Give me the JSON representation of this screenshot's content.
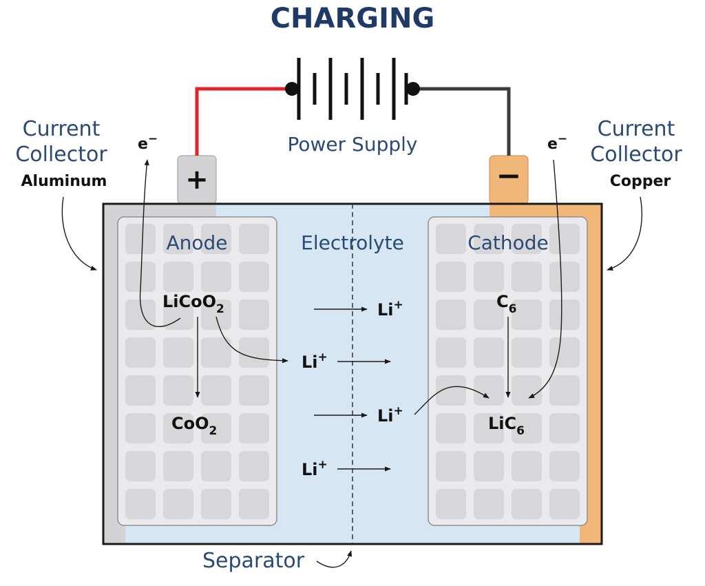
{
  "title": "CHARGING",
  "power_supply": {
    "label": "Power Supply"
  },
  "terminals": {
    "positive": "+",
    "negative": "−"
  },
  "left_collector": {
    "line1": "Current",
    "line2": "Collector",
    "material": "Aluminum"
  },
  "right_collector": {
    "line1": "Current",
    "line2": "Collector",
    "material": "Copper"
  },
  "electron": {
    "base": "e",
    "charge": "−"
  },
  "regions": {
    "anode": "Anode",
    "electrolyte": "Electrolyte",
    "cathode": "Cathode",
    "separator": "Separator"
  },
  "chemistry": {
    "licoo2": {
      "base": "LiCoO",
      "sub": "2"
    },
    "coo2": {
      "base": "CoO",
      "sub": "2"
    },
    "c6": {
      "base": "C",
      "sub": "6"
    },
    "lic6": {
      "base": "LiC",
      "sub": "6"
    },
    "li_ion": {
      "base": "Li",
      "charge": "+"
    }
  },
  "colors": {
    "title": "#1f3a64",
    "label_blue": "#2a4a75",
    "electrolyte": "#d6e6f2",
    "aluminum": "#d3d3d5",
    "copper": "#f0b778",
    "electrode_fill": "#eaeaec",
    "cell": "#d7d7da",
    "wire_positive": "#e0242a",
    "wire_negative": "#3c3c40"
  }
}
